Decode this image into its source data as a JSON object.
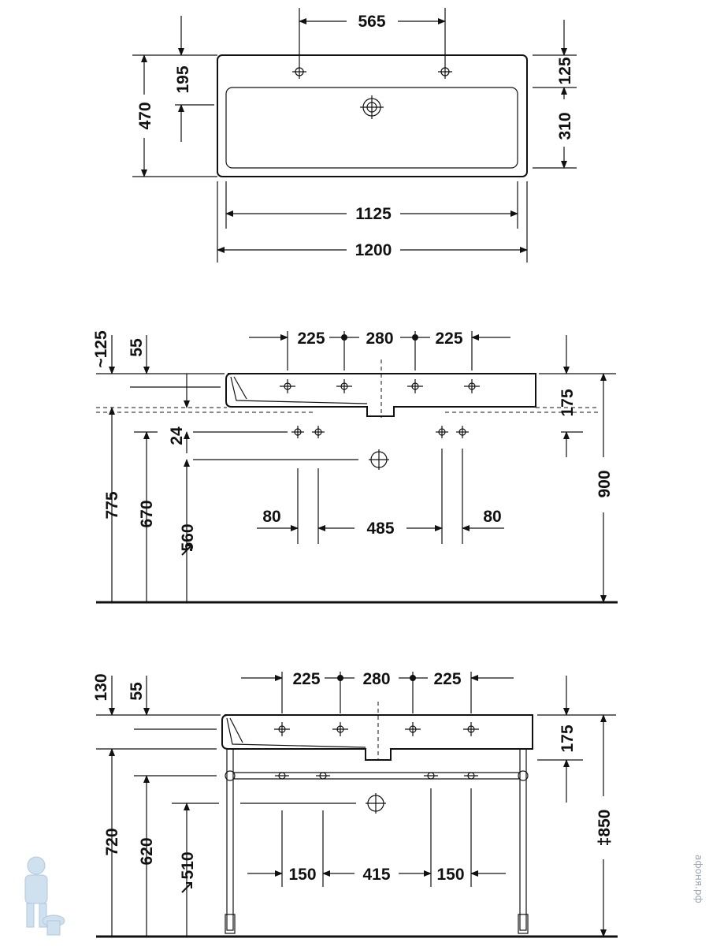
{
  "colors": {
    "line": "#111111",
    "background": "#ffffff",
    "watermark": "#bcd4e8"
  },
  "watermark": {
    "text": "афоня.рф",
    "icon": "plumber-mascot-icon"
  },
  "top_view": {
    "dims": {
      "tap_spacing": "565",
      "bowl_offset": "195",
      "depth": "470",
      "rim_front": "125",
      "bowl_depth": "310",
      "inner_width": "1125",
      "width": "1200"
    }
  },
  "front_view_wall": {
    "dims": {
      "spacing_left": "225",
      "spacing_mid": "280",
      "spacing_right": "225",
      "top_offset": "~125",
      "rim": "55",
      "height": "175",
      "drop": "24",
      "h775": "775",
      "h670": "670",
      "h560": "560",
      "h900": "900",
      "d80_left": "80",
      "d485": "485",
      "d80_right": "80"
    }
  },
  "front_view_stand": {
    "dims": {
      "spacing_left": "225",
      "spacing_mid": "280",
      "spacing_right": "225",
      "top_offset": "130",
      "rim": "55",
      "height": "175",
      "h720": "720",
      "h620": "620",
      "h510": "510",
      "h850": "‡850",
      "d150_left": "150",
      "d415": "415",
      "d150_right": "150"
    }
  }
}
